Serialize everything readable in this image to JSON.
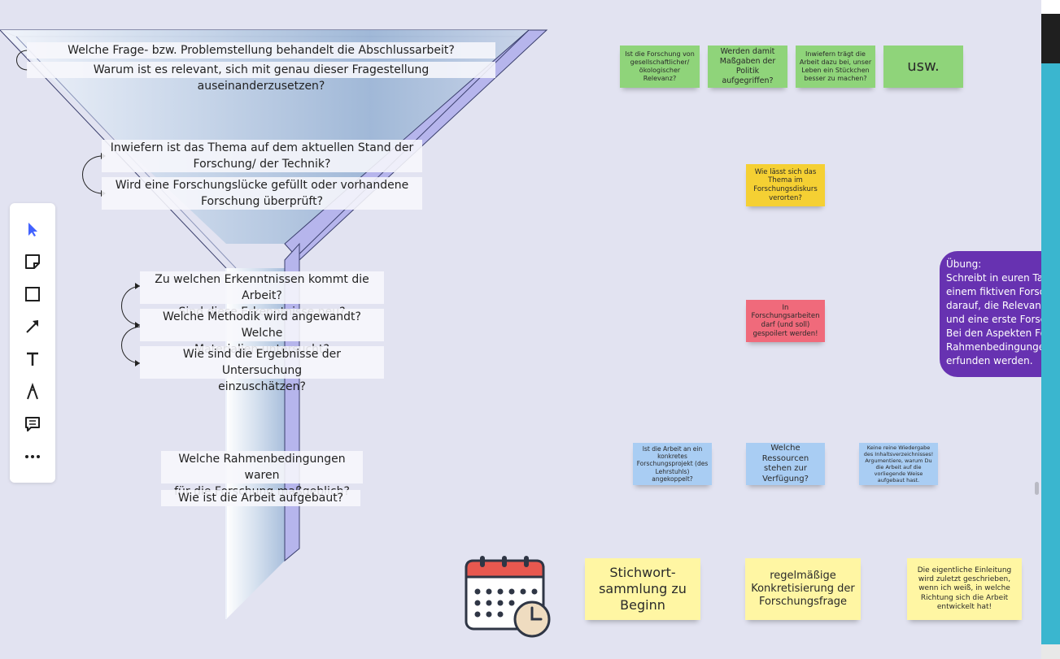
{
  "funnel_questions": {
    "q1": "Welche Frage- bzw. Problemstellung behandelt die Abschlussarbeit?",
    "q2": "Warum ist es relevant, sich mit genau dieser Fragestellung auseinanderzusetzen?",
    "q3_line1": "Inwiefern ist das Thema auf dem aktuellen Stand der",
    "q3_line2": "Forschung/ der Technik?",
    "q4_line1": "Wird eine Forschungslücke gefüllt oder vorhandene",
    "q4_line2": "Forschung überprüft?",
    "q5_line1": "Zu welchen Erkenntnissen kommt die Arbeit?",
    "q5_line2": "Sind diese Erkenntnisse neu?",
    "q6_line1": "Welche Methodik wird angewandt? Welche",
    "q6_line2": "Materialien untersucht?",
    "q7_line1": "Wie sind die Ergebnisse der Untersuchung",
    "q7_line2": "einzuschätzen?",
    "q8_line1": "Welche Rahmenbedingungen waren",
    "q8_line2": "für die Forschung maßgeblich?",
    "q9": "Wie ist die Arbeit aufgebaut?"
  },
  "toolbar": {
    "tools": [
      "select-icon",
      "sticky-note-icon",
      "shape-icon",
      "arrow-icon",
      "text-icon",
      "pen-icon",
      "comment-icon",
      "more-icon"
    ]
  },
  "stickies": {
    "green1": "Ist die Forschung von gesellschaftlicher/ ökologischer Relevanz?",
    "green2": "Werden damit Maßgaben der Politik aufgegriffen?",
    "green3": "Inwiefern trägt die Arbeit dazu bei, unser Leben ein Stückchen besser zu machen?",
    "green4": "usw.",
    "yellow1": "Wie lässt sich das Thema im Forschungsdiskurs verorten?",
    "red1": "In Forschungsarbeiten darf (und soll) gespoilert werden!",
    "blue1": "Ist die Arbeit an ein konkretes Forschungsprojekt (des Lehrstuhls) angekoppelt?",
    "blue2": "Welche Ressourcen stehen zur Verfügung?",
    "blue3": "Keine reine Wiedergabe des Inhaltsverzeichnisses! Argumentiere, warum Du die Arbeit auf die vorliegende Weise aufgebaut hast.",
    "pale1": "Stichwort-sammlung zu Beginn",
    "pale2": "regelmäßige Konkretisierung der Forschungsfrage",
    "pale3": "Die eigentliche Einleitung wird zuletzt geschrieben, wenn ich weiß, in welche Richtung sich die Arbeit entwickelt hat!"
  },
  "exercise": {
    "l1": "Übung:",
    "l2": "Schreibt in euren Tan",
    "l3": "einem fiktiven Forsch",
    "l4": "darauf, die Relevanz d",
    "l5": "und eine erste Forsch",
    "l6": "Bei den Aspekten For",
    "l7": "Rahmenbedingungen",
    "l8": "erfunden werden."
  },
  "colors": {
    "canvas": "#e2e3f1",
    "sticky_green": "#8fd47a",
    "sticky_yellow": "#f5d033",
    "sticky_red": "#f06a7b",
    "sticky_blue": "#a9cdf3",
    "sticky_pale": "#fff6a3",
    "exercise_purple": "#6732b1",
    "toolbar_accent": "#4262ff"
  }
}
